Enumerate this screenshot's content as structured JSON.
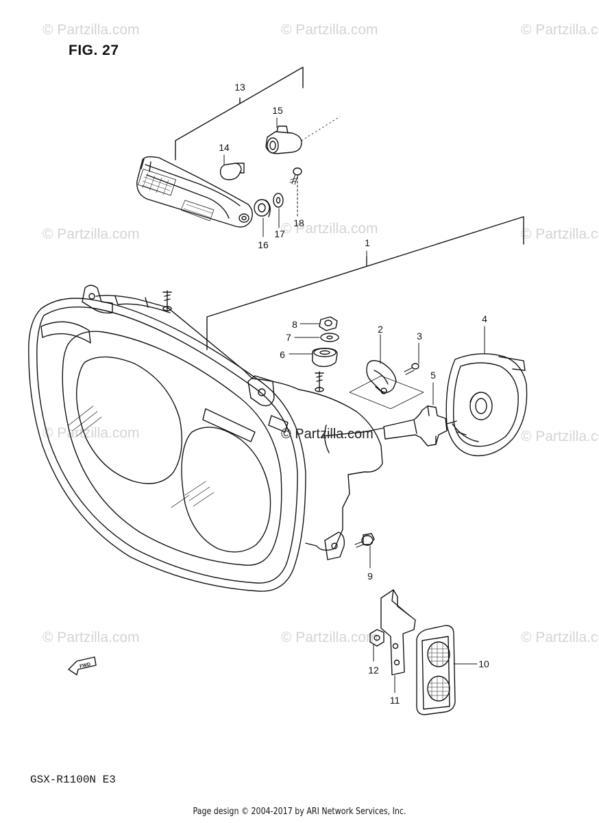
{
  "figure": {
    "title": "FIG. 27"
  },
  "model_code": "GSX-R1100N E3",
  "watermark": "© Partzilla.com",
  "footer": "Page design © 2004-2017 by ARI Network Services, Inc.",
  "fwd_label": "FWD",
  "callouts": [
    {
      "label": "1"
    },
    {
      "label": "2"
    },
    {
      "label": "3"
    },
    {
      "label": "4"
    },
    {
      "label": "5"
    },
    {
      "label": "6"
    },
    {
      "label": "7"
    },
    {
      "label": "8"
    },
    {
      "label": "9"
    },
    {
      "label": "10"
    },
    {
      "label": "11"
    },
    {
      "label": "12"
    },
    {
      "label": "13"
    },
    {
      "label": "14"
    },
    {
      "label": "15"
    },
    {
      "label": "16"
    },
    {
      "label": "17"
    },
    {
      "label": "18"
    }
  ]
}
